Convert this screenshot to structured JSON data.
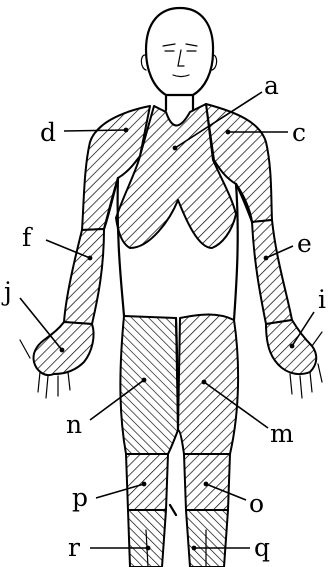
{
  "diagram": {
    "line_color": "#000000",
    "background": "#ffffff",
    "labels": {
      "a": "a",
      "c": "c",
      "d": "d",
      "e": "e",
      "f": "f",
      "i": "i",
      "j": "j",
      "m": "m",
      "n": "n",
      "o": "o",
      "p": "p",
      "q": "q",
      "r": "r"
    }
  }
}
